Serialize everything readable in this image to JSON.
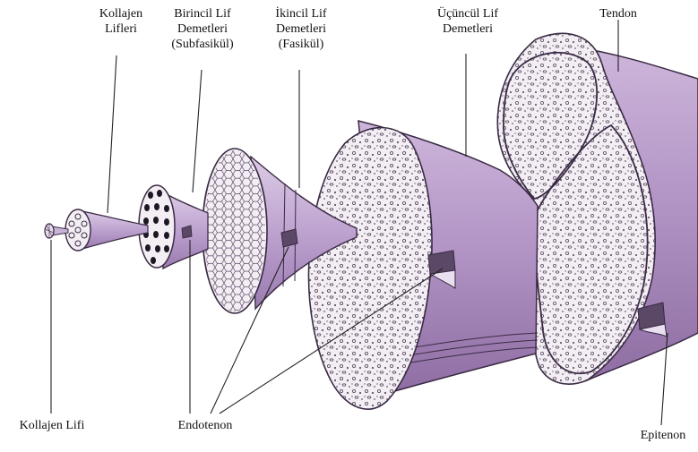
{
  "labels": {
    "kollajen_lifleri": [
      "Kollajen",
      "Lifleri"
    ],
    "birincil": [
      "Birincil Lif",
      "Demetleri",
      "(Subfasikül)"
    ],
    "ikincil": [
      "İkincil Lif",
      "Demetleri",
      "(Fasikül)"
    ],
    "ucuncul": [
      "Üçüncül Lif",
      "Demetleri"
    ],
    "tendon": "Tendon",
    "kollajen_lifi": "Kollajen Lifi",
    "endotenon": "Endotenon",
    "epitenon": "Epitenon"
  },
  "colors": {
    "purple_light": "#d7c6e0",
    "purple_mid": "#b79bc8",
    "purple_dark": "#8a6a9c",
    "outline": "#3a2a44",
    "section_fill": "#f3eef3"
  }
}
